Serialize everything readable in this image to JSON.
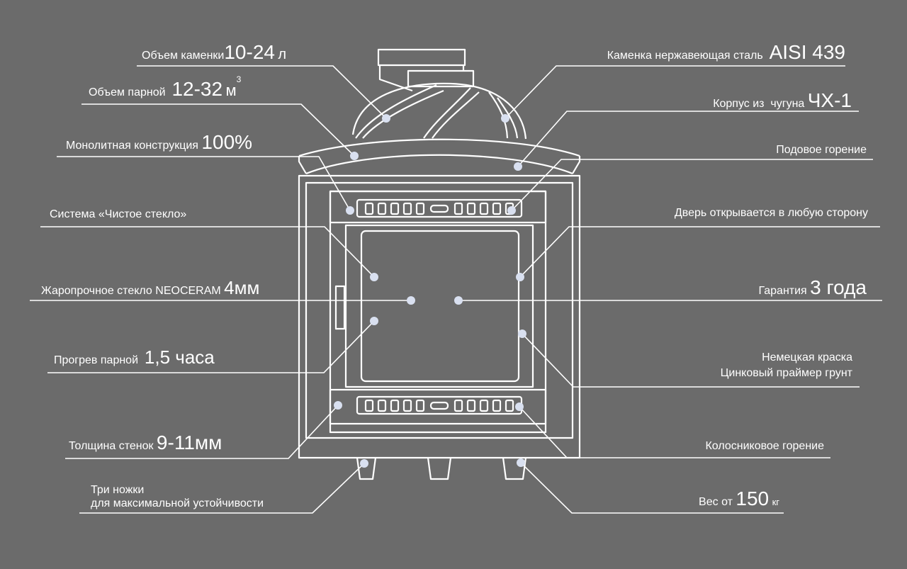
{
  "colors": {
    "background": "#6b6b6b",
    "line": "#ffffff",
    "dot": "#d9e0f0"
  },
  "labels": {
    "volume_stones_text": "Объем каменки",
    "volume_stones_value": "10-24",
    "volume_stones_unit": "л",
    "steam_room_text": "Объем парной",
    "steam_room_value": "12-32",
    "steam_room_unit": "м",
    "steam_room_exp": "3",
    "monolith_text": "Монолитная конструкция",
    "monolith_value": "100%",
    "clean_glass": "Система «Чистое стекло»",
    "glass_text": "Жаропрочное стекло",
    "glass_brand": "NEOCERAM",
    "glass_value": "4мм",
    "warmup_text": "Прогрев парной",
    "warmup_value": "1,5 часа",
    "walls_text": "Толщина стенок",
    "walls_value": "9-11мм",
    "legs_line1": "Три ножки",
    "legs_line2": "для максимальной устойчивости",
    "stainless_text": "Каменка нержавеющая сталь",
    "stainless_value": "AISI 439",
    "cast_iron_text": "Корпус из  чугуна",
    "cast_iron_value": "ЧХ-1",
    "bottom_burn": "Подовое горение",
    "door_opens": "Дверь открывается в любую сторону",
    "warranty_text": "Гарантия",
    "warranty_value": "3 года",
    "paint_line1": "Немецкая краска",
    "paint_line2": "Цинковый праймер грунт",
    "grate_burn": "Колосниковое горение",
    "weight_text": "Вес от",
    "weight_value": "150",
    "weight_unit": "кг"
  }
}
